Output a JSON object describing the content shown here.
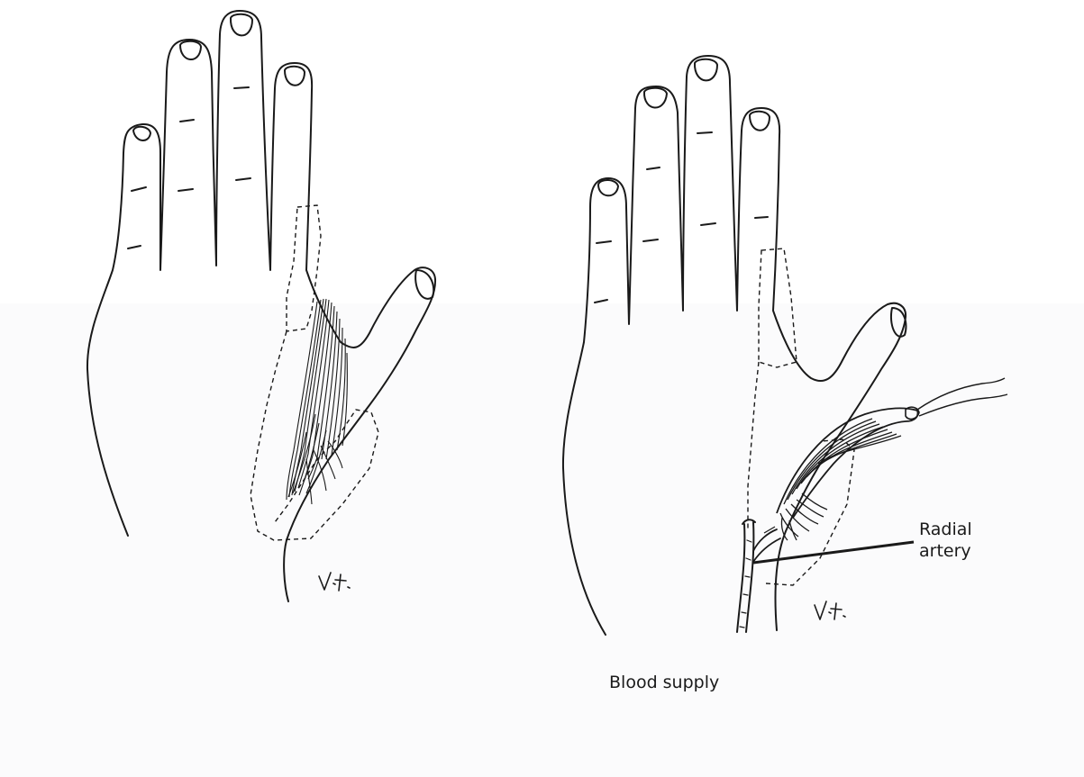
{
  "figure": {
    "label_line1": "Radial",
    "label_line2": "artery",
    "caption": "Blood supply",
    "signature_left": "V.+.",
    "signature_right": "V.+."
  },
  "colors": {
    "ink": "#1a1a1a",
    "background": "#ffffff",
    "lower_panel": "#fbfbfc"
  },
  "icons": [
    "left-hand-drawing",
    "right-hand-drawing",
    "muscle-flap",
    "radial-artery-vessel"
  ]
}
